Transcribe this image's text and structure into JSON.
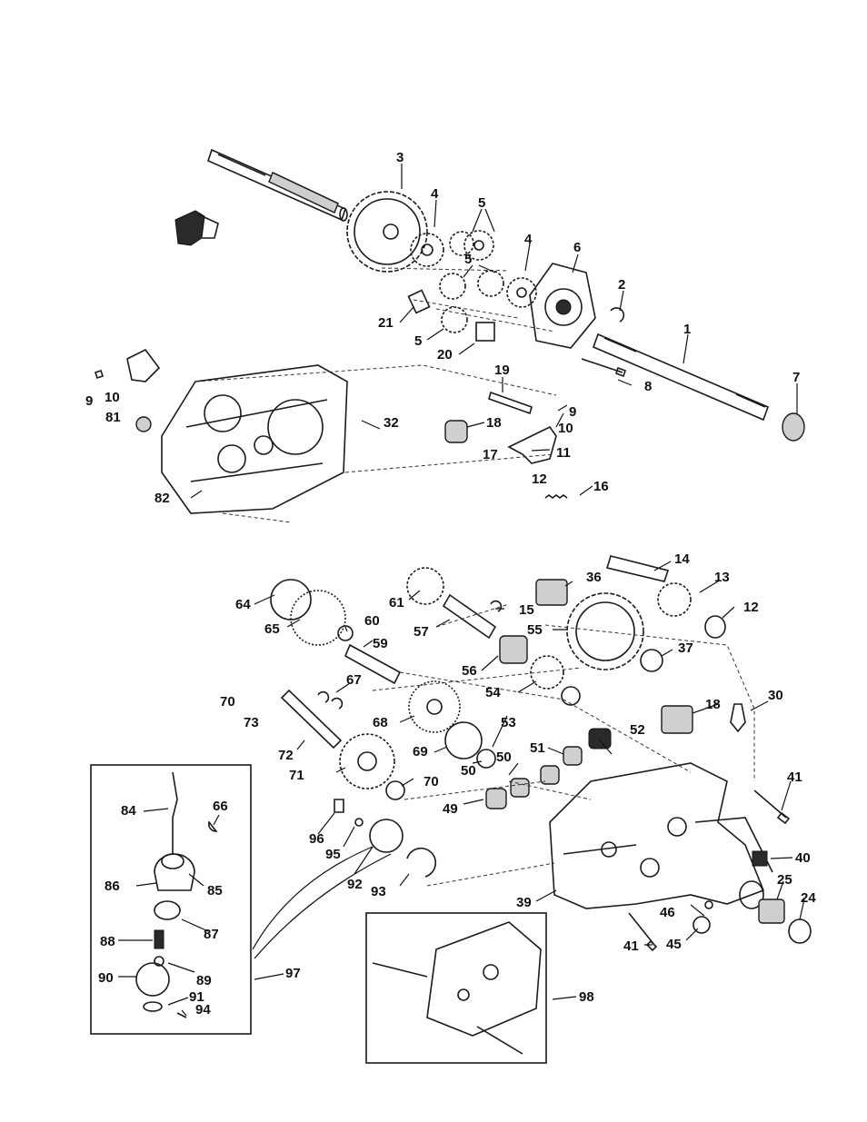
{
  "top_labels": [
    "3",
    "4",
    "5",
    "5",
    "4",
    "6",
    "2",
    "1",
    "7",
    "8",
    "21",
    "5",
    "20",
    "19",
    "9",
    "10",
    "18",
    "17",
    "11",
    "12",
    "16",
    "32",
    "9",
    "10",
    "81",
    "82"
  ],
  "bottom_labels": [
    "14",
    "36",
    "13",
    "12",
    "15",
    "64",
    "65",
    "61",
    "60",
    "57",
    "55",
    "59",
    "56",
    "37",
    "54",
    "18",
    "30",
    "67",
    "70",
    "73",
    "68",
    "53",
    "52",
    "72",
    "69",
    "51",
    "50",
    "50",
    "71",
    "70",
    "49",
    "41",
    "84",
    "66",
    "96",
    "95",
    "86",
    "85",
    "92",
    "93",
    "40",
    "39",
    "25",
    "24",
    "88",
    "87",
    "46",
    "41",
    "45",
    "90",
    "89",
    "91",
    "94",
    "97",
    "98"
  ]
}
